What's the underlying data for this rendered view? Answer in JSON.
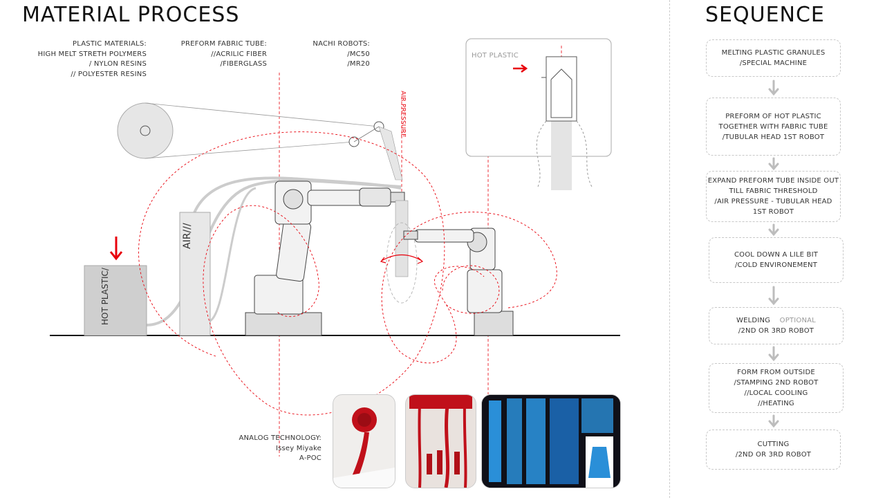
{
  "header": {
    "title_left": "MATERIAL PROCESS",
    "title_right": "SEQUENCE"
  },
  "labels": {
    "plastic_materials": [
      "PLASTIC MATERIALS:",
      "HIGH MELT STRETH POLYMERS",
      "/ NYLON RESINS",
      "// POLYESTER RESINS"
    ],
    "preform_fabric": [
      "PREFORM FABRIC TUBE:",
      "//ACRILIC FIBER",
      "/FIBERGLASS"
    ],
    "nachi_robots": [
      "NACHI ROBOTS:",
      "/MC50",
      "/MR20"
    ],
    "air_pressure": "AIR PRESSURE",
    "hot_plastic_inset": "HOT PLASTIC",
    "hot_plastic_box": "HOT PLASTIC/",
    "air_box": "AIR///",
    "analog": [
      "ANALOG TECHNOLOGY:",
      "Issey Miyake",
      "A-POC"
    ]
  },
  "sequence": [
    {
      "text": "MELTING PLASTIC GRANULES\n/SPECIAL MACHINE"
    },
    {
      "text": "PREFORM OF HOT PLASTIC\nTOGETHER WITH FABRIC  TUBE\n/TUBULAR HEAD 1ST ROBOT"
    },
    {
      "text": "EXPAND PREFORM TUBE INSIDE OUT\nTILL FABRIC THRESHOLD\n/AIR PRESSURE - TUBULAR HEAD\n1ST ROBOT"
    },
    {
      "text": "COOL DOWN A LILE BIT\n/COLD ENVIRONEMENT"
    },
    {
      "text": "WELDING",
      "optional": "OPTIONAL",
      "text2": "/2ND OR 3RD ROBOT"
    },
    {
      "text": "FORM FROM OUTSIDE\n/STAMPING 2ND ROBOT\n//LOCAL COOLING\n//HEATING"
    },
    {
      "text": "CUTTING\n/2ND OR 3RD ROBOT"
    }
  ],
  "colors": {
    "accent_red": "#e8000b",
    "blue_fabric": "#2a8fd8",
    "grey_box": "#cfcfcf",
    "seq_border": "#c8c8c8"
  }
}
